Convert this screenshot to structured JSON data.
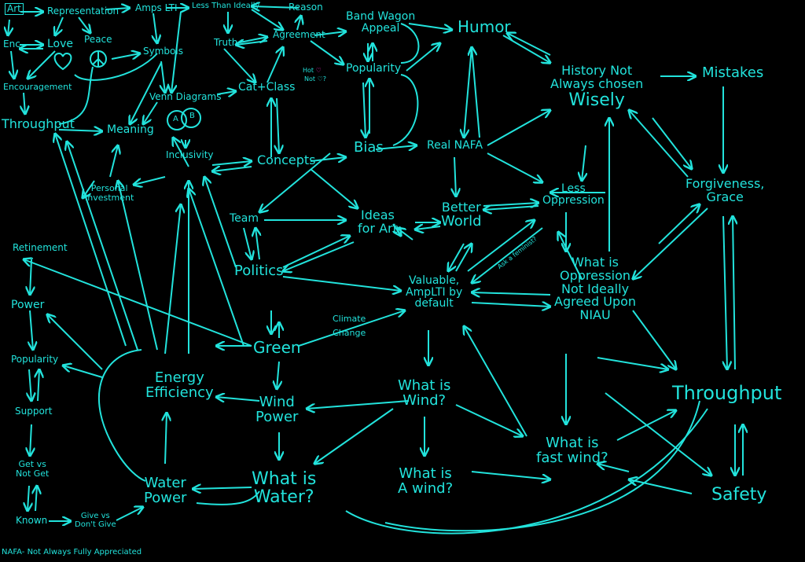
{
  "colors": {
    "ink": "#22e3dc",
    "accent": "#ff2bd0",
    "background": "#000000"
  },
  "nodes": {
    "art": "Art",
    "representation": "Representation",
    "amps_lti": "Amps LTI",
    "less_than_ideally": "Less Than Ideally",
    "reason": "Reason",
    "enc": "Enc",
    "love": "Love",
    "peace": "Peace",
    "symbols": "Symbols",
    "truth": "Truth",
    "agreement": "Agreement",
    "band_wagon": [
      "Band Wagon",
      "Appeal"
    ],
    "popularity_top": "Popularity",
    "humor": "Humor",
    "history": [
      "History Not",
      "Always chosen",
      "Wisely"
    ],
    "mistakes": "Mistakes",
    "encouragement": "Encouragement",
    "venn": "Venn Diagrams",
    "venn_a": "A",
    "venn_b": "B",
    "cat_class": "Cat+Class",
    "hot": "Hot",
    "not": "Not",
    "not_suffix": "?",
    "throughput_left": "Throughput",
    "meaning": "Meaning",
    "bias": "Bias",
    "real_nafa": "Real NAFA",
    "concepts": "Concepts",
    "inclusivity": "Inclusivity",
    "personal_investment": [
      "Personal",
      "Investment"
    ],
    "forgiveness": [
      "Forgiveness,",
      "Grace"
    ],
    "less_oppression": [
      "Less",
      "Oppression"
    ],
    "team": "Team",
    "ideas_for_art": [
      "Ideas",
      "for Art"
    ],
    "better_world": [
      "Better",
      "World"
    ],
    "retinement": "Retinement",
    "politics": "Politics",
    "valuable": [
      "Valuable,",
      "AmpLTI by",
      "default"
    ],
    "ask_feminist": "Ask a feminist?",
    "what_is_oppression": [
      "What is",
      "Oppression",
      "Not Ideally",
      "Agreed Upon",
      "NIAU"
    ],
    "power": "Power",
    "green": "Green",
    "climate_change": [
      "Climate",
      "Change"
    ],
    "popularity_left": "Popularity",
    "energy_efficiency": [
      "Energy",
      "Efficiency"
    ],
    "support": "Support",
    "wind_power": [
      "Wind",
      "Power"
    ],
    "what_is_wind": [
      "What is",
      "Wind?"
    ],
    "throughput_right": "Throughput",
    "what_is_fast_wind": [
      "What is",
      "fast wind?"
    ],
    "get_vs": [
      "Get vs",
      "Not Get"
    ],
    "what_is_a_wind": [
      "What is",
      "A wind?"
    ],
    "what_is_water": [
      "What is",
      "Water?"
    ],
    "water_power": [
      "Water",
      "Power"
    ],
    "safety": "Safety",
    "known": "Known",
    "give_vs": [
      "Give vs",
      "Don't Give"
    ]
  },
  "footer": "NAFA- Not Always Fully Appreciated"
}
